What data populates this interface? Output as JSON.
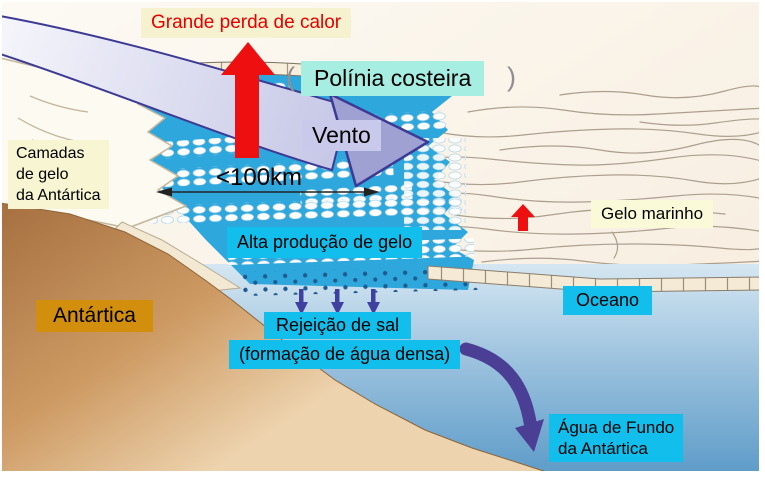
{
  "diagram": {
    "subject": "coastal-polynya-sea-ice-formation-schematic",
    "language": "pt",
    "labels": {
      "heat_loss": "Grande perda de calor",
      "coastal_polynya": "Polínia costeira",
      "wind": "Vento",
      "ice_layers_l1": "Camadas",
      "ice_layers_l2": "de gelo",
      "ice_layers_l3": "da Antártica",
      "distance": "<100km",
      "high_ice_production": "Alta produção de gelo",
      "sea_ice": "Gelo marinho",
      "antarctica": "Antártica",
      "ocean": "Oceano",
      "salt_rejection_l1": "Rejeição de sal",
      "salt_rejection_l2": "(formação de água densa)",
      "bottom_water_l1": "Água de Fundo",
      "bottom_water_l2": "da Antártica",
      "paren_left": "(",
      "paren_right": ")"
    },
    "colors": {
      "label_cyan_bg": "#12BEEC",
      "label_cream_bg": "#F6F2CF",
      "label_pale_yellow_bg": "#F8F5D2",
      "label_mint_bg": "#A6EDE2",
      "label_lavender_bg": "#C9CAEB",
      "label_orange_bg": "#D28F0E",
      "heat_loss_text": "#E60000",
      "polynya_water": "#2EA7DC",
      "ocean_top": "#CCE2F0",
      "ocean_bottom": "#609FCA",
      "land_top": "#A87242",
      "land_bottom": "#EDD3AE",
      "sea_ice_surface": "#F8EFDF",
      "wind_arrow_outline": "#3D3A96",
      "red_arrow": "#EE1010",
      "dense_water_arrow": "#4A3E95",
      "brine_dot": "#1D5B90"
    }
  }
}
